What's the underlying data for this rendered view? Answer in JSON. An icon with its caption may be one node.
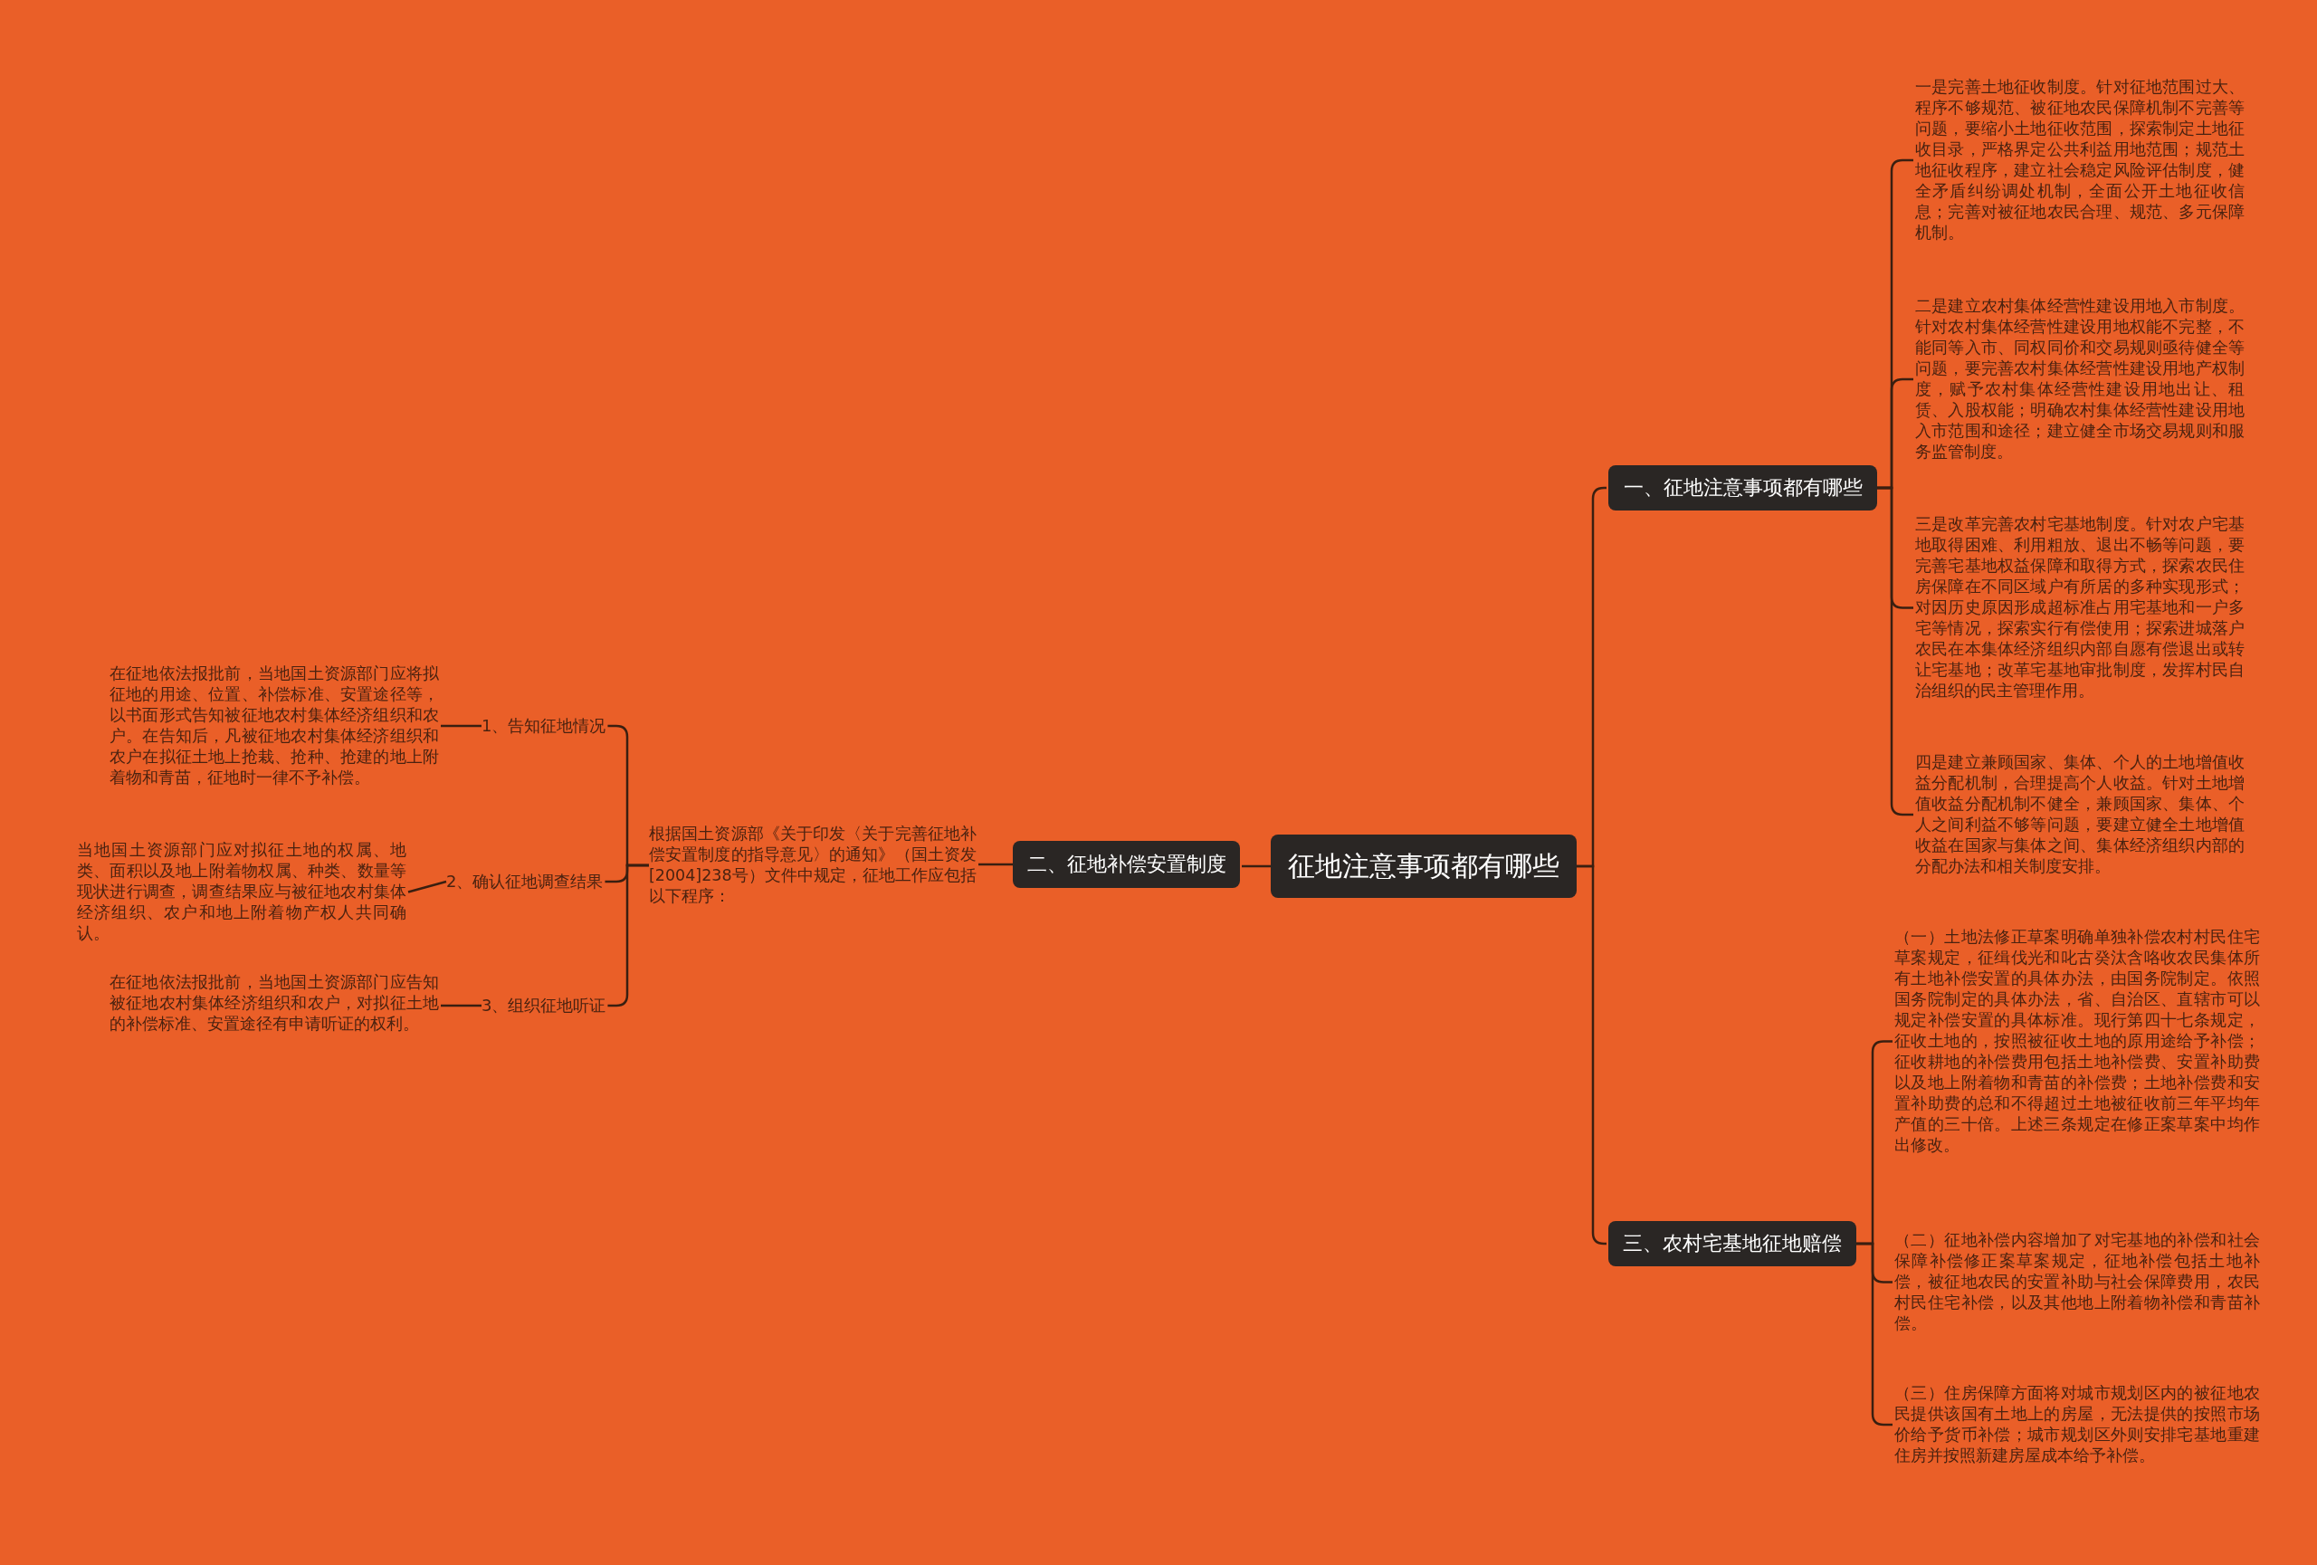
{
  "diagram": {
    "nodes": [
      {
        "text": [
          "征地注意事项都有哪些"
        ]
      },
      {
        "text": [
          "一、征地注意事项都有哪些"
        ]
      },
      {
        "text": [
          "一是完善土地征收制度。针对征地范围过大、程序不够规范、被征地农民保障机制不完善等问题，要缩小土地征收范围，探索制定土地征收目录，严格界定公共利益用地范围；规范土地征收程序，建立社会稳定风险评估制度，健全矛盾纠纷调处机制，全面公开土地征收信息；完善对被征地农民合理、规范、多元保障机制。"
        ]
      },
      {
        "text": [
          "二是建立农村集体经营性建设用地入市制度。针对农村集体经营性建设用地权能不完整，不能同等入市、同权同价和交易规则亟待健全等问题，要完善农村集体经营性建设用地产权制度，赋予农村集体经营性建设用地出让、租赁、入股权能；明确农村集体经营性建设用地入市范围和途径；建立健全市场交易规则和服务监管制度。"
        ]
      },
      {
        "text": [
          "三是改革完善农村宅基地制度。针对农户宅基地取得困难、利用粗放、退出不畅等问题，要完善宅基地权益保障和取得方式，探索农民住房保障在不同区域户有所居的多种实现形式；对因历史原因形成超标准占用宅基地和一户多宅等情况，探索实行有偿使用；探索进城落户农民在本集体经济组织内部自愿有偿退出或转让宅基地；改革宅基地审批制度，发挥村民自治组织的民主管理作用。"
        ]
      },
      {
        "text": [
          "四是建立兼顾国家、集体、个人的土地增值收益分配机制，合理提高个人收益。针对土地增值收益分配机制不健全，兼顾国家、集体、个人之间利益不够等问题，要建立健全土地增值收益在国家与集体之间、集体经济组织内部的分配办法和相关制度安排。"
        ]
      },
      {
        "text": [
          "三、农村宅基地征地赔偿"
        ]
      },
      {
        "text": [
          "（一）土地法修正草案明确单独补偿农村村民住宅草案规定，征缉伐光和叱古癸汰含咯收农民集体所有土地补偿安置的具体办法，由国务院制定。依照国务院制定的具体办法，省、自治区、直辖市可以规定补偿安置的具体标准。现行第四十七条规定，征收土地的，按照被征收土地的原用途给予补偿；征收耕地的补偿费用包括土地补偿费、安置补助费以及地上附着物和青苗的补偿费；土地补偿费和安置补助费的总和不得超过土地被征收前三年平均年产值的三十倍。上述三条规定在修正案草案中均作出修改。"
        ]
      },
      {
        "text": [
          "（二）征地补偿内容增加了对宅基地的补偿和社会保障补偿修正案草案规定，征地补偿包括土地补偿，被征地农民的安置补助与社会保障费用，农民村民住宅补偿，以及其他地上附着物补偿和青苗补偿。"
        ]
      },
      {
        "text": [
          "（三）住房保障方面将对城市规划区内的被征地农民提供该国有土地上的房屋，无法提供的按照市场价给予货币补偿；城市规划区外则安排宅基地重建住房并按照新建房屋成本给予补偿。"
        ]
      },
      {
        "text": [
          "二、征地补偿安置制度"
        ]
      },
      {
        "text": [
          "根据国土资源部《关于印发〈关于完善征地补偿安置制度的指导意见〉的通知》（国土资发[2004]238号）文件中规定，征地工作应包括以下程序："
        ]
      },
      {
        "text": [
          "1、告知征地情况"
        ]
      },
      {
        "text": [
          "在征地依法报批前，当地国土资源部门应将拟征地的用途、位置、补偿标准、安置途径等，以书面形式告知被征地农村集体经济组织和农户。在告知后，凡被征地农村集体经济组织和农户在拟征土地上抢栽、抢种、抢建的地上附着物和青苗，征地时一律不予补偿。"
        ]
      },
      {
        "text": [
          "2、确认征地调查结果"
        ]
      },
      {
        "text": [
          "当地国土资源部门应对拟征土地的权属、地类、面积以及地上附着物权属、种类、数量等现状进行调查，调查结果应与被征地农村集体经济组织、农户和地上附着物产权人共同确认。"
        ]
      },
      {
        "text": [
          "3、组织征地听证"
        ]
      },
      {
        "text": [
          "在征地依法报批前，当地国土资源部门应告知被征地农村集体经济组织和农户，对拟征土地的补偿标准、安置途径有申请听证的权利。"
        ]
      }
    ],
    "edges": [
      {
        "from": 0,
        "to": 1,
        "arrow": "none"
      },
      {
        "from": 1,
        "to": 2,
        "arrow": "none"
      },
      {
        "from": 1,
        "to": 3,
        "arrow": "none"
      },
      {
        "from": 1,
        "to": 4,
        "arrow": "none"
      },
      {
        "from": 1,
        "to": 5,
        "arrow": "none"
      },
      {
        "from": 0,
        "to": 6,
        "arrow": "none"
      },
      {
        "from": 6,
        "to": 7,
        "arrow": "none"
      },
      {
        "from": 6,
        "to": 8,
        "arrow": "none"
      },
      {
        "from": 6,
        "to": 9,
        "arrow": "none"
      },
      {
        "from": 0,
        "to": 10,
        "arrow": "none"
      },
      {
        "from": 10,
        "to": 11,
        "arrow": "none"
      },
      {
        "from": 11,
        "to": 12,
        "arrow": "none"
      },
      {
        "from": 12,
        "to": 13,
        "arrow": "none"
      },
      {
        "from": 11,
        "to": 14,
        "arrow": "none"
      },
      {
        "from": 14,
        "to": 15,
        "arrow": "none"
      },
      {
        "from": 11,
        "to": 16,
        "arrow": "none"
      },
      {
        "from": 16,
        "to": 17,
        "arrow": "none"
      }
    ]
  }
}
